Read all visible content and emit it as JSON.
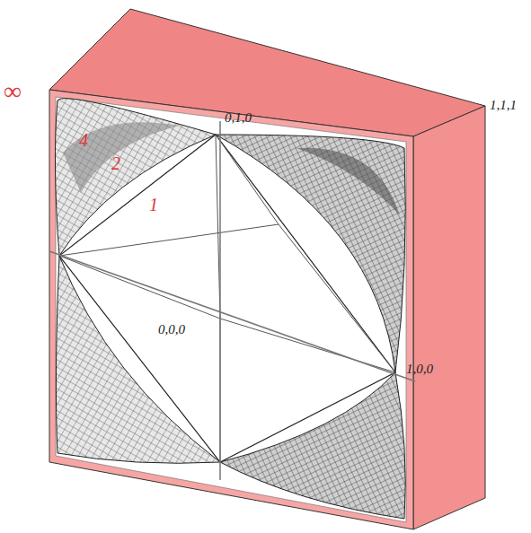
{
  "diagram": {
    "labels": [
      "∞",
      "1,1,1",
      "0,1,0",
      "0,0,0",
      "1,0,0",
      "4",
      "2",
      "1"
    ]
  }
}
